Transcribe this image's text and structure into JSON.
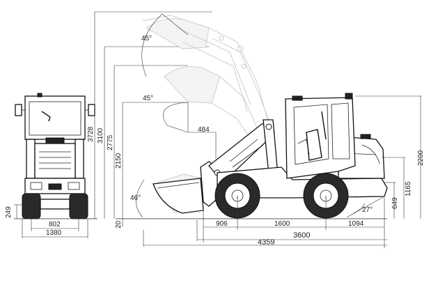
{
  "front_view": {
    "ground_clearance": "249",
    "track_width": "802",
    "overall_width": "1380"
  },
  "side_view": {
    "heights": {
      "max_pin_height": "3728",
      "max_lift_height": "3100",
      "dump_height": "2775",
      "dump_height_45": "2150",
      "overall_height": "2200",
      "axle_to_top": "1165",
      "hitch_height": "649",
      "dig_depth": "20"
    },
    "angles": {
      "top_dump_angle": "45°",
      "mid_dump_angle": "45°",
      "rollback_angle": "46°",
      "departure_angle": "27°"
    },
    "lengths": {
      "bucket_reach": "484",
      "front_overhang": "906",
      "wheelbase": "1600",
      "rear_overhang": "1094",
      "length_without_bucket": "3600",
      "overall_length": "4359"
    }
  }
}
